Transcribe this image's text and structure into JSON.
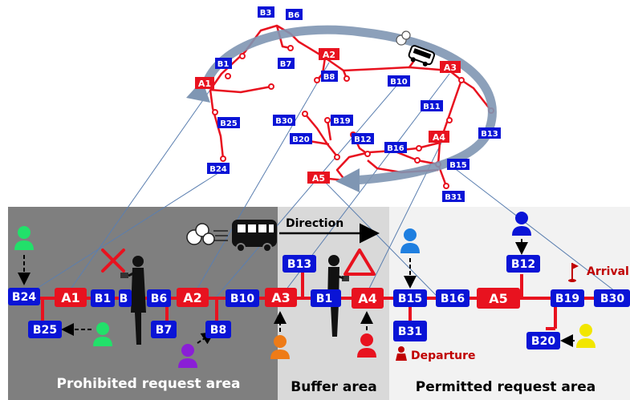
{
  "regions": {
    "prohibited": "Prohibited request  area",
    "buffer": "Buffer area",
    "permitted": "Permitted request  area"
  },
  "direction_label": "Direction",
  "departure_label": "Departure",
  "arrival_label": "Arrival",
  "colors": {
    "route_red": "#e8121f",
    "stop_blue": "#0a14d6",
    "stop_red": "#e8121f",
    "prohibited_bg": "#7f7f7f",
    "buffer_bg": "#d9d9d9",
    "permitted_bg": "#f2f2f2",
    "loop_arrow": "#7f96b3",
    "leader_line": "#5b7fb0"
  },
  "map_labels": {
    "B3": "B3",
    "B6": "B6",
    "B1": "B1",
    "B7": "B7",
    "A2": "A2",
    "B8": "B8",
    "A1": "A1",
    "A3": "A3",
    "B10": "B10",
    "B11": "B11",
    "B25": "B25",
    "B30": "B30",
    "B19": "B19",
    "B13": "B13",
    "B20": "B20",
    "B12": "B12",
    "A4": "A4",
    "B16": "B16",
    "B15": "B15",
    "B24": "B24",
    "A5": "A5",
    "B31": "B31"
  },
  "line_labels": {
    "B24": "B24",
    "A1": "A1",
    "B1": "B1",
    "Bx": "B",
    "B6": "B6",
    "A2": "A2",
    "B10": "B10",
    "A3": "A3",
    "B13": "B13",
    "B11": "B1",
    "A4": "A4",
    "B15": "B15",
    "B16": "B16",
    "A5": "A5",
    "B19": "B19",
    "B30": "B30",
    "B25": "B25",
    "B7": "B7",
    "B8": "B8",
    "B12": "B12",
    "B31": "B31",
    "B20": "B20"
  }
}
